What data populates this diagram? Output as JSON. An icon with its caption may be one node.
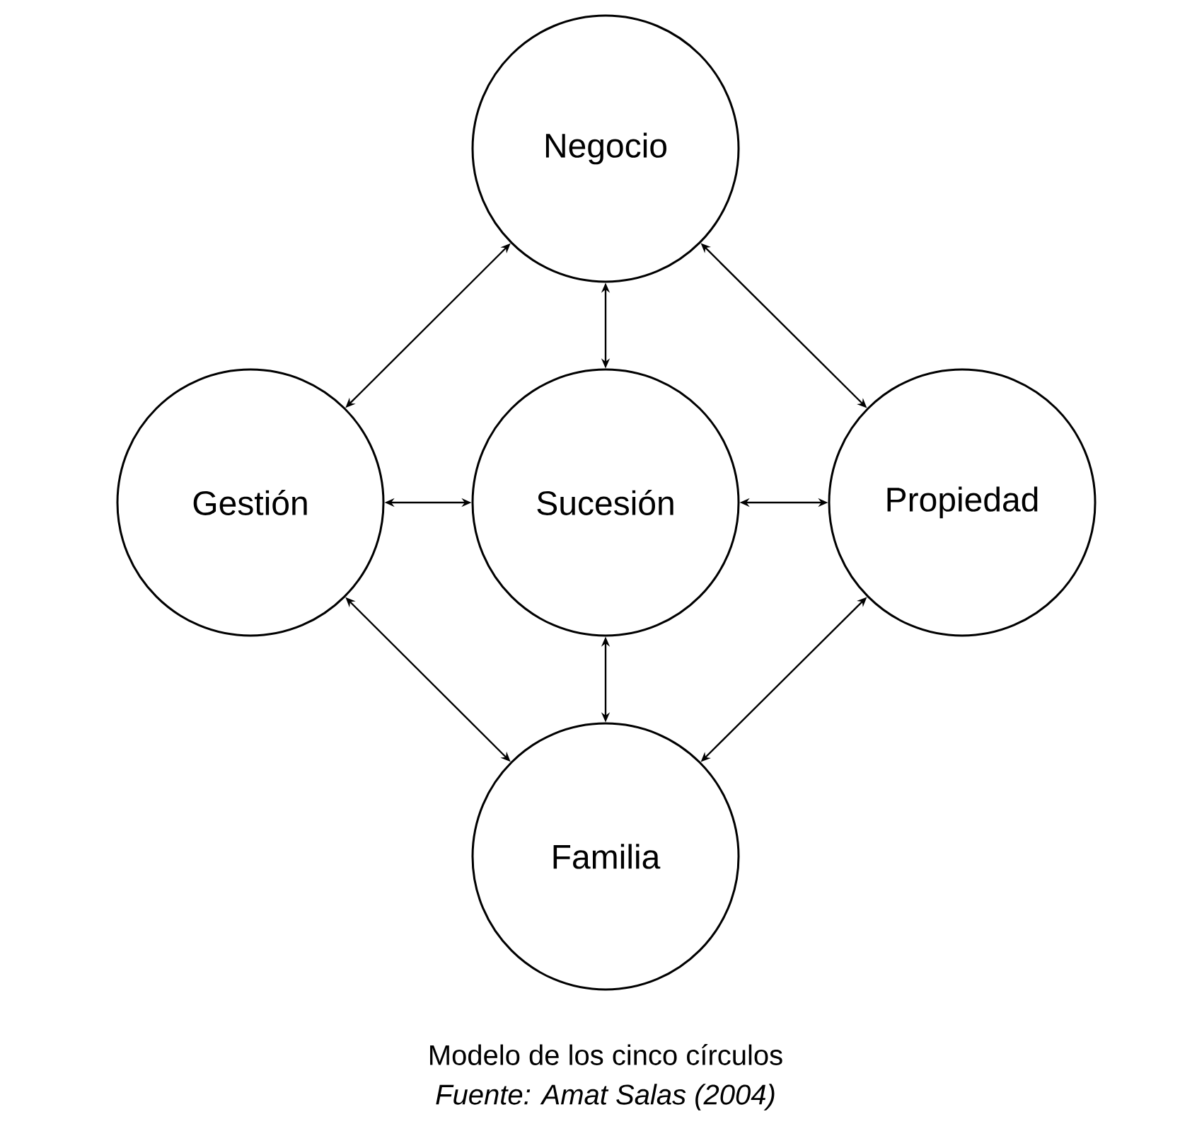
{
  "diagram": {
    "caption": "Modelo de los cinco círculos",
    "nodes": [
      {
        "text": [
          "Negocio"
        ]
      },
      {
        "text": [
          "Gestión"
        ]
      },
      {
        "text": [
          "Sucesión"
        ]
      },
      {
        "text": [
          "Propiedad"
        ]
      },
      {
        "text": [
          "Familia"
        ]
      }
    ],
    "edges": [
      {
        "from": 0,
        "to": 1,
        "arrow": "both"
      },
      {
        "from": 0,
        "to": 2,
        "arrow": "both"
      },
      {
        "from": 0,
        "to": 3,
        "arrow": "both"
      },
      {
        "from": 1,
        "to": 2,
        "arrow": "both"
      },
      {
        "from": 2,
        "to": 3,
        "arrow": "both"
      },
      {
        "from": 1,
        "to": 4,
        "arrow": "both"
      },
      {
        "from": 2,
        "to": 4,
        "arrow": "both"
      },
      {
        "from": 3,
        "to": 4,
        "arrow": "both"
      }
    ],
    "labels": [
      "Fuente: Amat Salas (2004)"
    ]
  }
}
